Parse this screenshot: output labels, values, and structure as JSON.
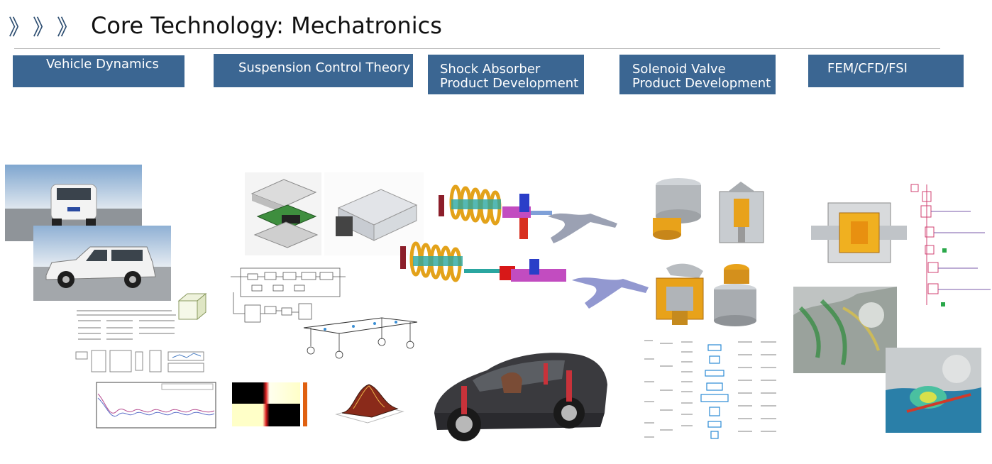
{
  "header": {
    "chevrons": [
      "》",
      "》",
      "》"
    ],
    "title": "Core Technology: Mechatronics"
  },
  "categories": [
    {
      "label": "Vehicle Dynamics"
    },
    {
      "label": "Suspension Control Theory"
    },
    {
      "label": "Shock Absorber Product Development"
    },
    {
      "label": "Solenoid Valve Product Development"
    },
    {
      "label": "FEM/CFD/FSI"
    }
  ],
  "colors": {
    "category_bg": "#3b6692",
    "chevron": "#2f4f72",
    "rule": "#b9b9b9"
  },
  "images": {
    "icon_names": [
      "suv-rear-view-image",
      "suv-side-view-image",
      "equations-image",
      "simulation-plot-image",
      "ecu-exploded-image",
      "ecu-housing-image",
      "control-block-diagram-image",
      "suspension-model-image",
      "heatmap-image",
      "surface-3d-image",
      "shock-absorber-assembly-1-image",
      "shock-absorber-assembly-2-image",
      "car-cutaway-image",
      "solenoid-valve-image",
      "valve-parts-table-image",
      "fem-model-image",
      "cfd-flow-image",
      "fsi-result-image"
    ]
  }
}
